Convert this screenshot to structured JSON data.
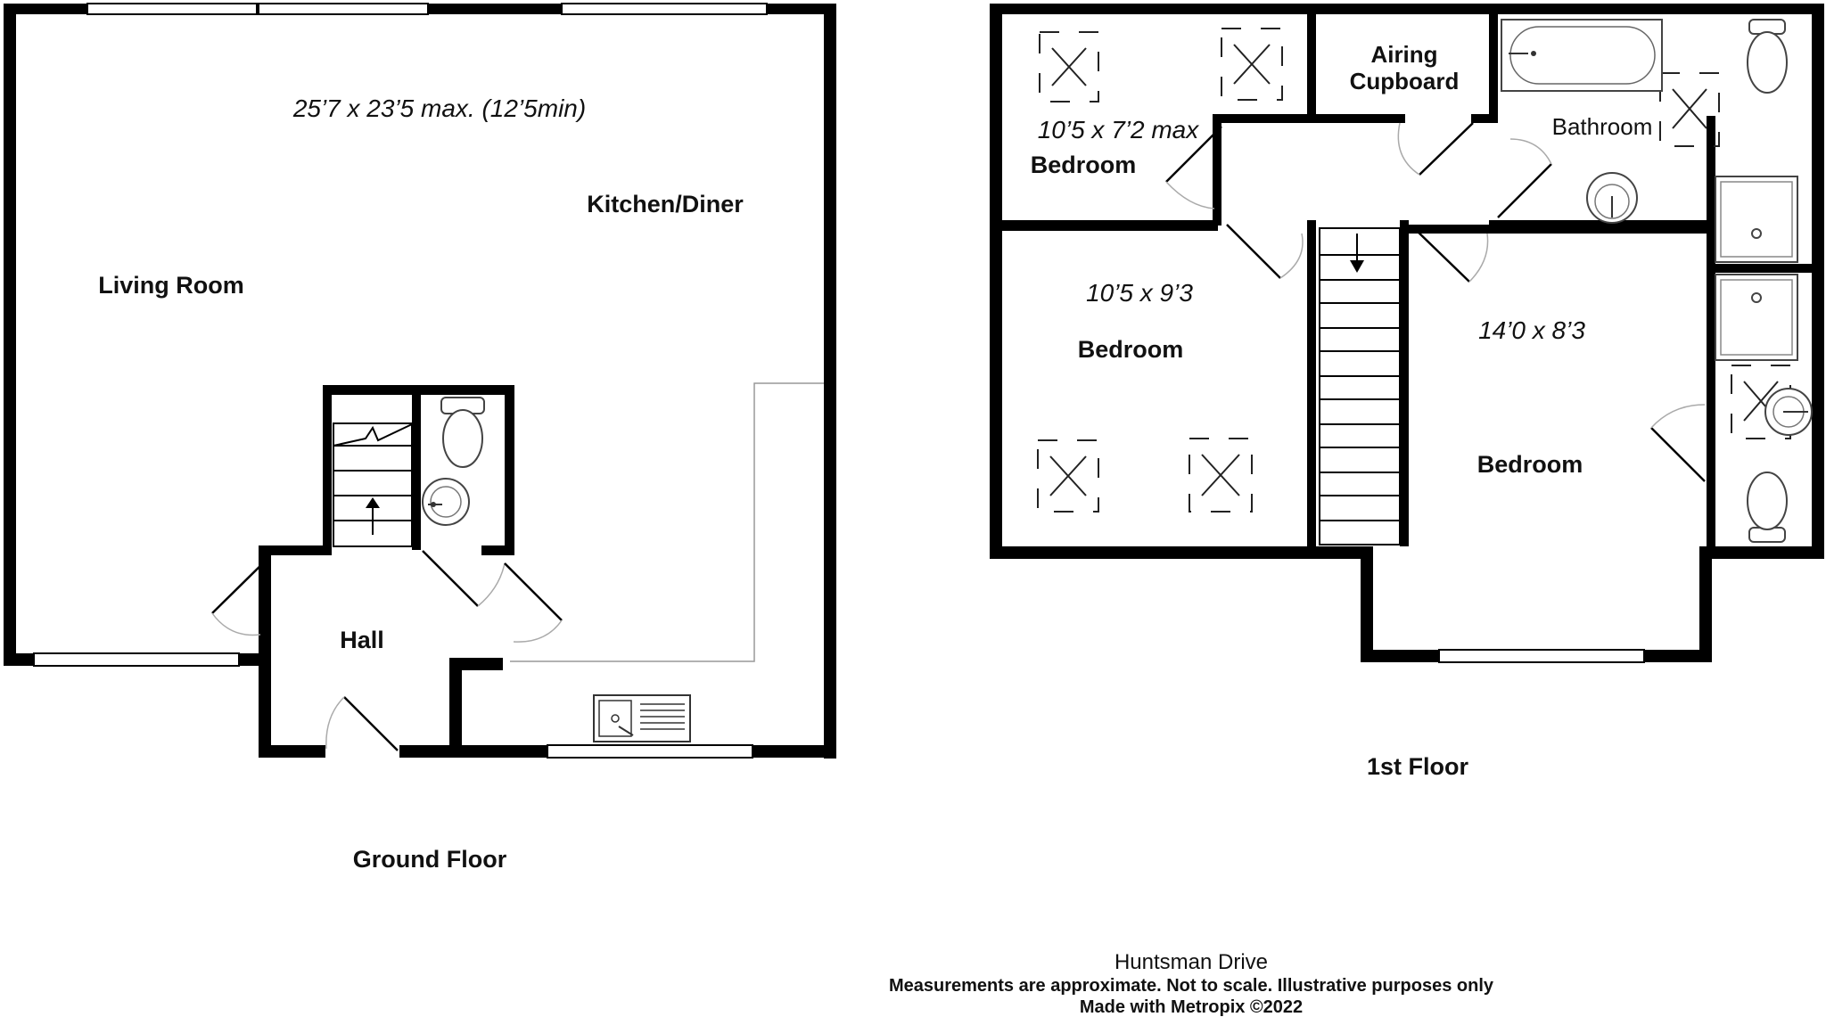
{
  "ground_floor": {
    "floor_label": "Ground Floor",
    "living_room": "Living Room",
    "kitchen_diner": "Kitchen/Diner",
    "hall": "Hall",
    "dimension": "25’7 x 23’5 max. (12’5min)"
  },
  "first_floor": {
    "floor_label": "1st Floor",
    "airing_cupboard": "Airing\nCupboard",
    "bathroom": "Bathroom",
    "bedroom_1": {
      "label": "Bedroom",
      "dimension": "10’5 x 7’2 max"
    },
    "bedroom_2": {
      "label": "Bedroom",
      "dimension": "10’5 x 9’3"
    },
    "bedroom_3": {
      "label": "Bedroom",
      "dimension": "14’0 x 8’3"
    }
  },
  "footer": {
    "title": "Huntsman Drive",
    "disclaimer": "Measurements are approximate.  Not to scale.  Illustrative purposes only",
    "credit": "Made with Metropix ©2022"
  }
}
